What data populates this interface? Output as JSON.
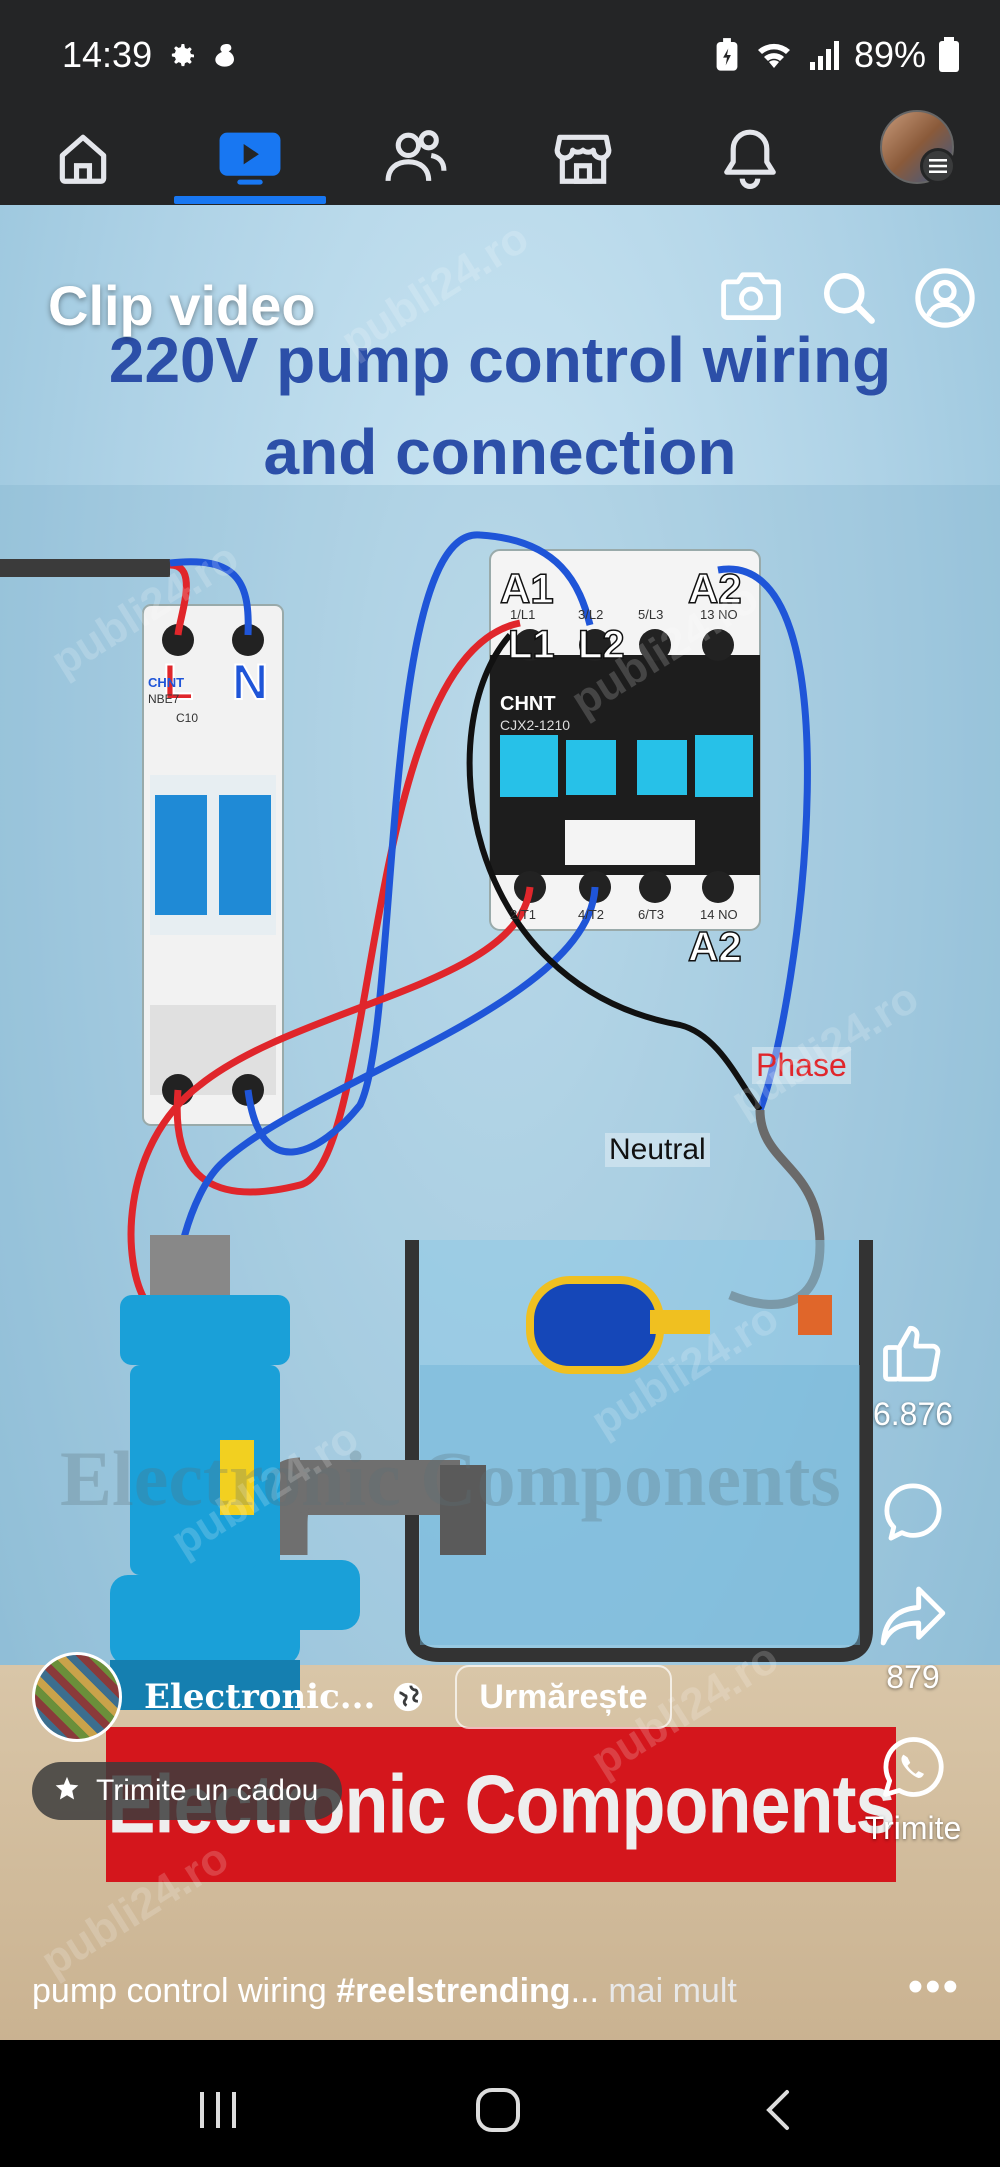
{
  "status_bar": {
    "time": "14:39",
    "battery": "89%"
  },
  "nav": {
    "items": [
      "home-icon",
      "video-icon",
      "friends-icon",
      "marketplace-icon",
      "notifications-icon"
    ],
    "active": "video-icon"
  },
  "video": {
    "screen_title": "Clip video",
    "heading_line1": "220V pump control wiring",
    "heading_line2": "and connection",
    "labels": {
      "L": "L",
      "N": "N",
      "A1": "A1",
      "A2_top": "A2",
      "L1": "L1",
      "L2": "L2",
      "A2_bottom": "A2",
      "brand": "CHNT",
      "model": "CJX2-1210",
      "terminals_top": [
        "1/L1",
        "3/L2",
        "5/L3",
        "13 NO"
      ],
      "terminals_bottom": [
        "2/T1",
        "4/T2",
        "6/T3",
        "14 NO"
      ],
      "breaker_brand": "CHNT",
      "breaker_model": "NBE7",
      "breaker_rating": "C10",
      "phase": "Phase",
      "neutral": "Neutral",
      "wall_text": "Electronic Components"
    },
    "banner_text": "Electronic Components",
    "watermark": "publi24.ro"
  },
  "actions": {
    "like_count": "6.876",
    "share_count": "879",
    "send_label": "Trimite"
  },
  "gift_label": "Trimite un cadou",
  "author": {
    "name": "Electronic...",
    "follow_label": "Urmărește"
  },
  "caption": {
    "text": "pump control wiring ",
    "hashtag": "#reelstrending",
    "ellipsis": "...",
    "more": "mai mult"
  },
  "colors": {
    "accent": "#1877f2",
    "wire_red": "#e0262b",
    "wire_blue": "#1f55d8",
    "pump_blue": "#1aa0d8",
    "banner_red": "#d4161c"
  }
}
